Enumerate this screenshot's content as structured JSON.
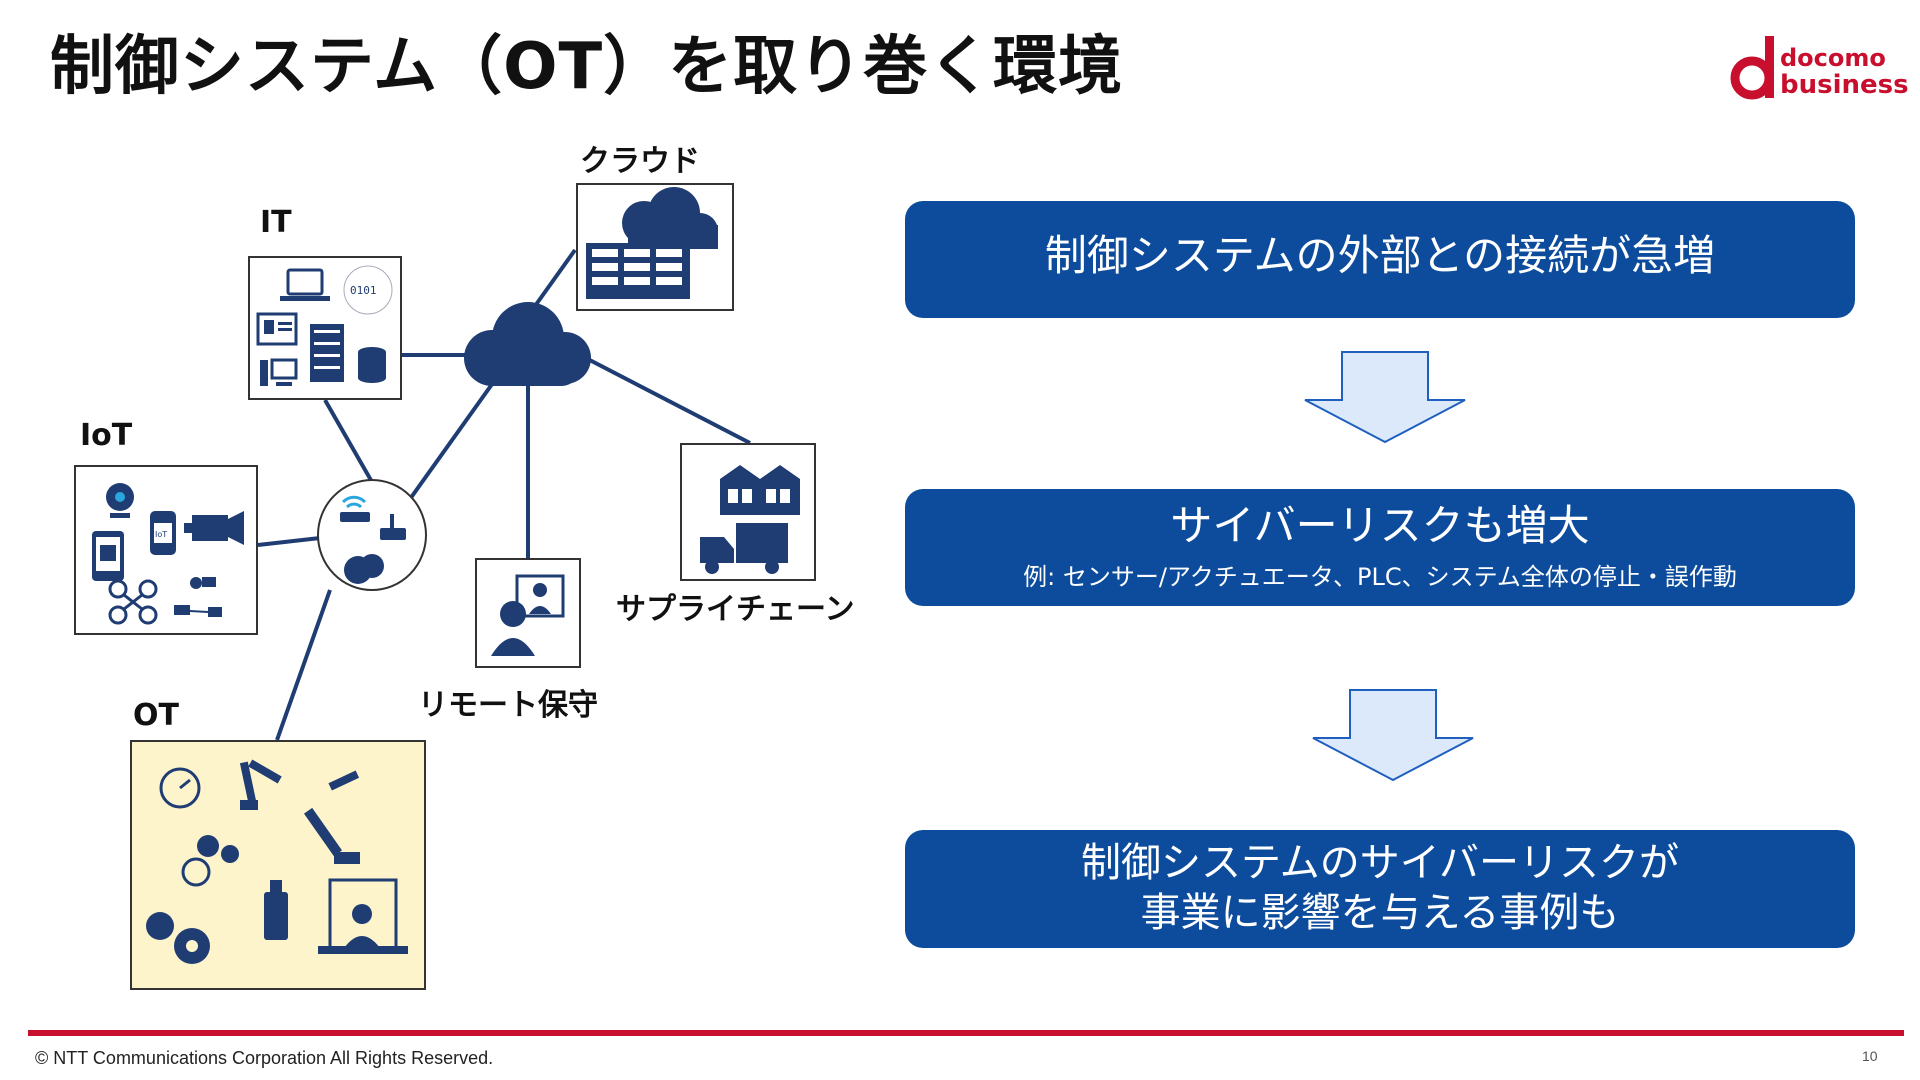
{
  "title": "制御システム（OT）を取り巻く環境",
  "logo": {
    "line1": "docomo",
    "line2": "business"
  },
  "colors": {
    "brand_red": "#c8102e",
    "panel_blue": "#0d4c9c",
    "icon_navy": "#1f3d73",
    "arrow_fill": "#dce9fa",
    "ot_fill": "#fdf4cc"
  },
  "diagram": {
    "nodes": {
      "it": "IT",
      "cloud": "クラウド",
      "iot": "IoT",
      "supply_chain": "サプライチェーン",
      "remote": "リモート保守",
      "ot": "OT"
    },
    "icons": {
      "it": [
        "laptop-icon",
        "binary-globe-icon",
        "document-icon",
        "server-rack-icon",
        "database-icon",
        "desktop-pc-icon"
      ],
      "iot": [
        "webcam-icon",
        "smartwatch-icon",
        "camera-icon",
        "smartphone-icon",
        "drone-icon",
        "iot-network-icon"
      ],
      "ot": [
        "gauge-icon",
        "robot-arm-icon",
        "robot-arm-icon",
        "gears-icon",
        "usb-stick-icon",
        "gears-icon",
        "operator-monitor-icon"
      ]
    }
  },
  "panels": [
    {
      "main": "制御システムの外部との接続が急増"
    },
    {
      "main": "サイバーリスクも増大",
      "sub": "例: センサー/アクチュエータ、PLC、システム全体の停止・誤作動"
    },
    {
      "main_line1": "制御システムのサイバーリスクが",
      "main_line2": "事業に影響を与える事例も"
    }
  ],
  "footer": {
    "copyright": "© NTT Communications Corporation All Rights Reserved.",
    "page": "10"
  }
}
